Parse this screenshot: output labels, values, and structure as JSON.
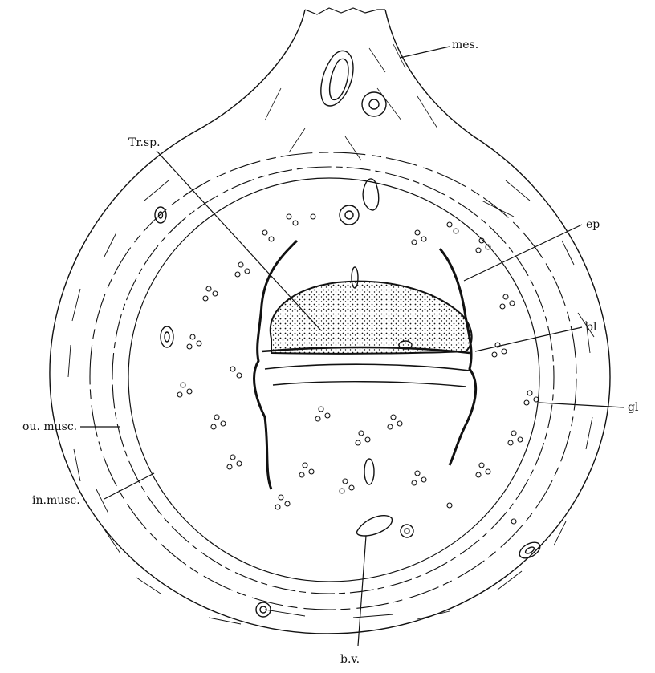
{
  "figure": {
    "labels": {
      "mes": "mes.",
      "tr_sp": "Tr.sp.",
      "ep": "ep",
      "bl": "bl",
      "gl": "gl",
      "ou_musc": "ou. musc.",
      "in_musc": "in.musc.",
      "bv": "b.v."
    },
    "ink_color": "#111111",
    "background_color": "#ffffff"
  }
}
